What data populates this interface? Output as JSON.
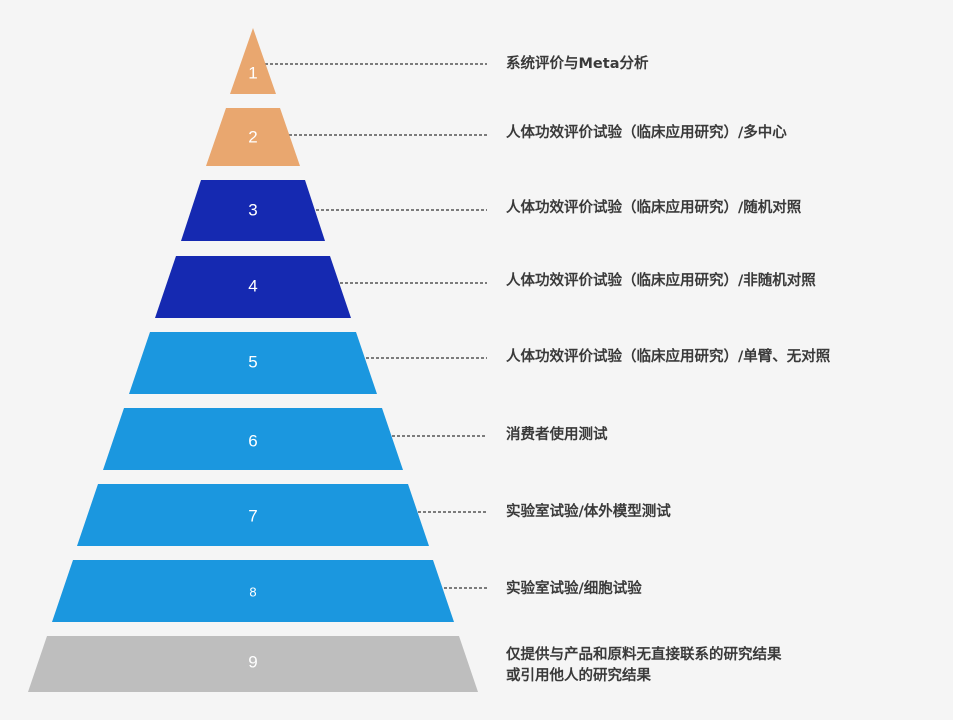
{
  "colors": {
    "orange": "#E9A76F",
    "dark_blue": "#1529B1",
    "blue": "#1B97DF",
    "gray": "#BEBEBE",
    "background": "#F5F5F5"
  },
  "tiers": [
    {
      "number": "1",
      "label": "系统评价与Meta分析"
    },
    {
      "number": "2",
      "label": "人体功效评价试验（临床应用研究）/多中心"
    },
    {
      "number": "3",
      "label": "人体功效评价试验（临床应用研究）/随机对照"
    },
    {
      "number": "4",
      "label": "人体功效评价试验（临床应用研究）/非随机对照"
    },
    {
      "number": "5",
      "label": "人体功效评价试验（临床应用研究）/单臂、无对照"
    },
    {
      "number": "6",
      "label": "消费者使用测试"
    },
    {
      "number": "7",
      "label": "实验室试验/体外模型测试"
    },
    {
      "number": "8",
      "label": "实验室试验/细胞试验"
    },
    {
      "number": "9",
      "label": "仅提供与产品和原料无直接联系的研究结果",
      "label2": "或引用他人的研究结果"
    }
  ]
}
